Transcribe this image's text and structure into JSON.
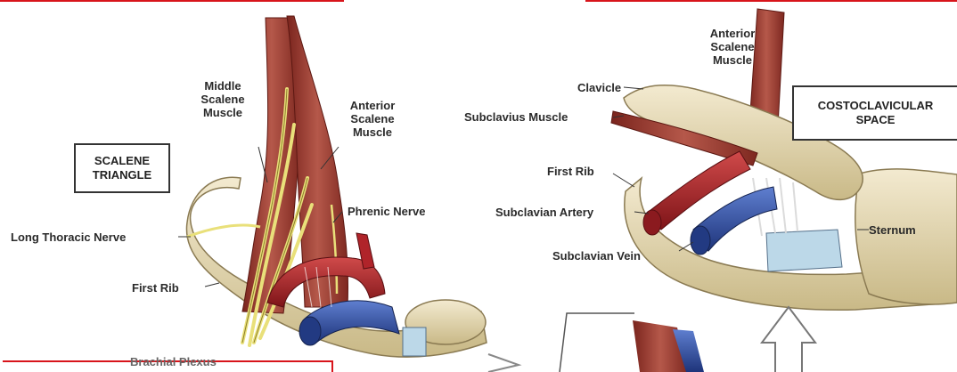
{
  "left_panel": {
    "box_label": "SCALENE\nTRIANGLE",
    "labels": {
      "middle_scalene": "Middle\nScalene\nMuscle",
      "anterior_scalene": "Anterior\nScalene\nMuscle",
      "phrenic_nerve": "Phrenic Nerve",
      "long_thoracic_nerve": "Long Thoracic Nerve",
      "first_rib": "First Rib",
      "brachial_plexus": "Brachial Plexus"
    }
  },
  "right_panel": {
    "box_label": "COSTOCLAVICULAR\nSPACE",
    "labels": {
      "anterior_scalene": "Anterior\nScalene\nMuscle",
      "clavicle": "Clavicle",
      "subclavius_muscle": "Subclavius Muscle",
      "first_rib": "First Rib",
      "subclavian_artery": "Subclavian Artery",
      "subclavian_vein": "Subclavian Vein",
      "sternum": "Sternum"
    }
  },
  "colors": {
    "muscle": "#8e2f26",
    "muscle_light": "#b85a4a",
    "bone": "#e8dcae",
    "bone_shadow": "#b9a87a",
    "nerve": "#e9e07a",
    "artery": "#b0242a",
    "vein": "#2f4f9e",
    "cartilage": "#bcd8e8",
    "frame_red": "#d8141b"
  }
}
